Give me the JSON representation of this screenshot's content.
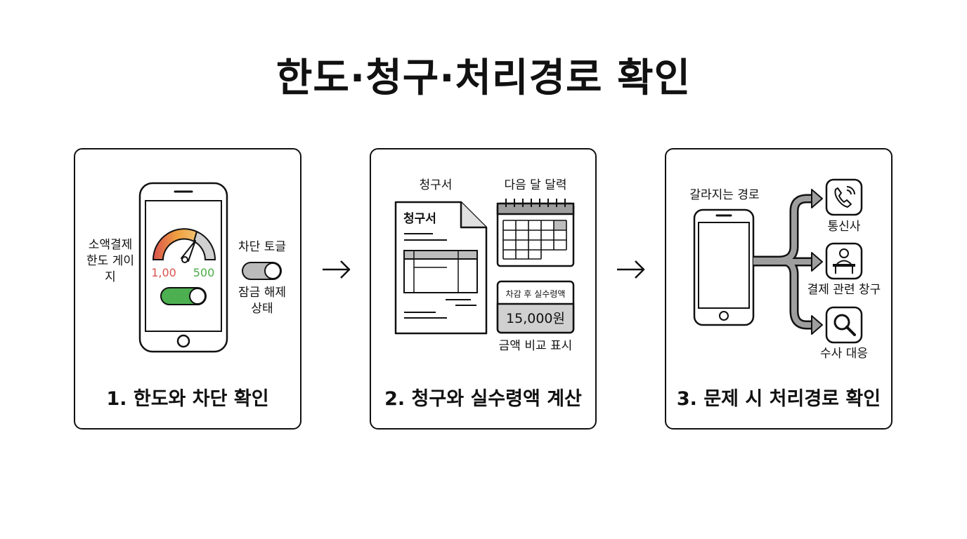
{
  "title": "한도·청구·처리경로 확인",
  "panels": [
    {
      "caption": "1. 한도와 차단 확인",
      "gauge_label": "소액결제 한도 게이지",
      "gauge_min": "1,00",
      "gauge_max": "500",
      "toggle_label": "차단 토글",
      "unlock_label": "잠금 해제 상태"
    },
    {
      "caption": "2. 청구와 실수령액 계산",
      "invoice_label": "청구서",
      "invoice_title": "청구서",
      "calendar_label": "다음 달 달력",
      "net_label": "차감 후 실수령액",
      "net_amount": "15,000원",
      "compare_label": "금액 비교 표시"
    },
    {
      "caption": "3. 문제 시 처리경로 확인",
      "route_label": "갈라지는 경로",
      "carrier": "통신사",
      "payment_desk": "결제 관련 창구",
      "investigation": "수사 대응"
    }
  ],
  "colors": {
    "gauge_red": "#d9534f",
    "gauge_orange": "#f0a040",
    "gauge_green": "#4aab48",
    "toggle_green": "#4caf50",
    "gray_fill": "#d0d0d0"
  }
}
